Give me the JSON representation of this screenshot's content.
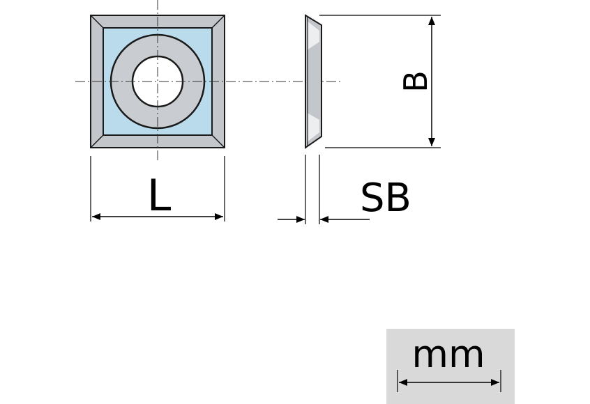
{
  "labels": {
    "length": "L",
    "width": "B",
    "thickness": "SB",
    "unit": "mm"
  },
  "colors": {
    "insert_face": "#b9dbec",
    "insert_bevel": "#c3c6ca",
    "ring": "#c9ccd0",
    "outline": "#1a1a1a",
    "unit_box": "#d9d9d9"
  }
}
